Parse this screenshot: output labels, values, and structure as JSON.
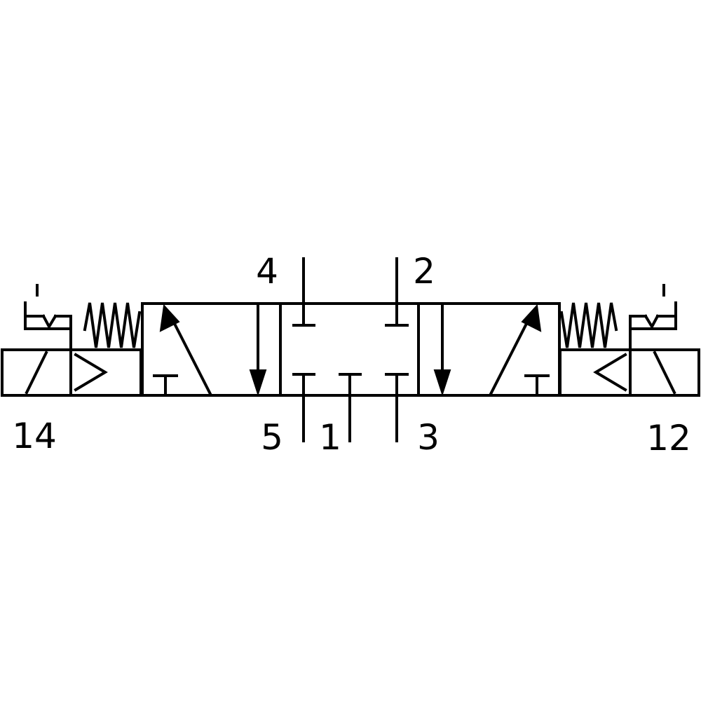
{
  "colors": {
    "line": "#000000",
    "background": "#ffffff"
  },
  "ports": {
    "p4": "4",
    "p2": "2",
    "p5": "5",
    "p1": "1",
    "p3": "3",
    "p14": "14",
    "p12": "12"
  }
}
